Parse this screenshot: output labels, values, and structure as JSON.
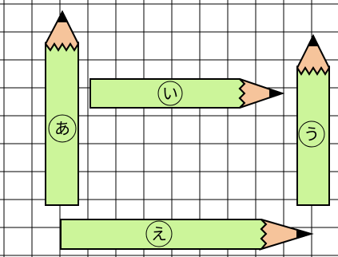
{
  "colors": {
    "background": "#ffffff",
    "grid": "#000000",
    "pencil_body": "#ccf59a",
    "pencil_wood": "#f6c49b",
    "pencil_lead": "#000000",
    "outline": "#000000"
  },
  "pencils": [
    {
      "label": "あ",
      "orientation": "up"
    },
    {
      "label": "い",
      "orientation": "right"
    },
    {
      "label": "う",
      "orientation": "up"
    },
    {
      "label": "え",
      "orientation": "right"
    }
  ]
}
